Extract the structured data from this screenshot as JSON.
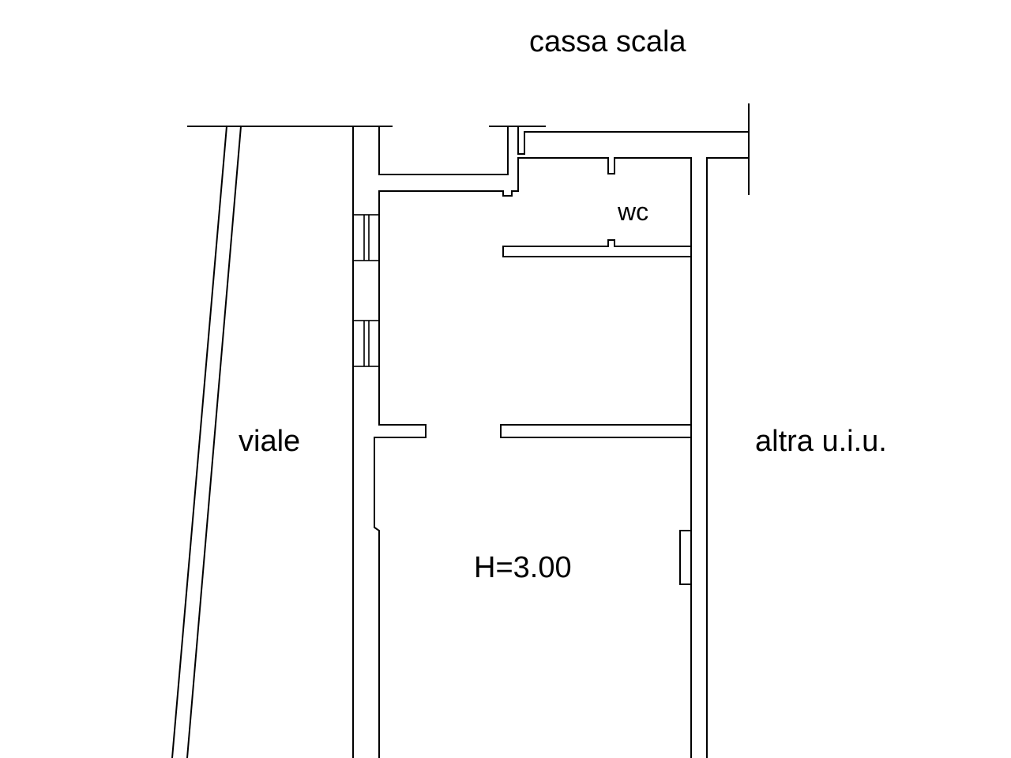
{
  "labels": {
    "stair_well": "cassa scala",
    "wc": "wc",
    "avenue": "viale",
    "other_unit": "altra u.i.u.",
    "ceiling_height": "H=3.00"
  },
  "colors": {
    "line": "#000000",
    "background": "#ffffff"
  }
}
